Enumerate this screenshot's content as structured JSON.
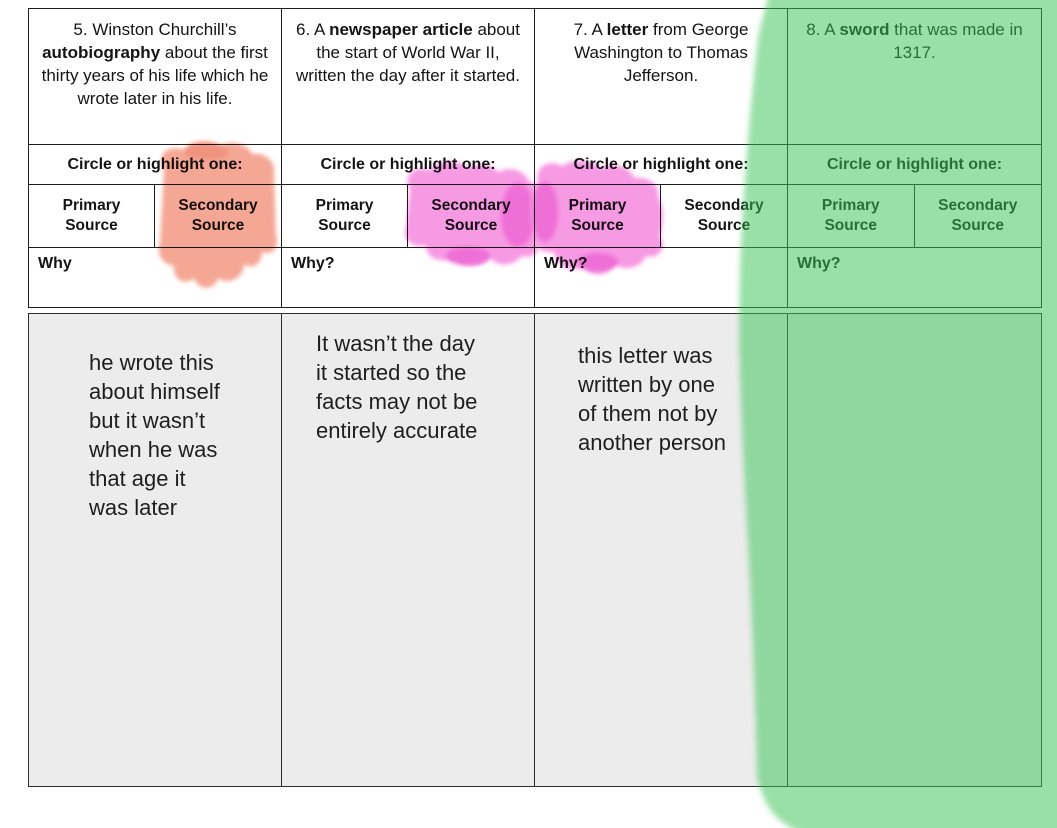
{
  "document": {
    "background": "#ffffff",
    "answer_area_bg": "#ececec",
    "border_color": "#1c1c1c"
  },
  "table": {
    "columns": [
      {
        "number": "5",
        "prompt": {
          "pre": "5. Winston Churchill’s ",
          "bold": "autobiography",
          "post": " about the first thirty years of his life which he wrote later in his life."
        },
        "circle_label": "Circle or highlight one:",
        "primary_label": "Primary Source",
        "secondary_label": "Secondary Source",
        "why_label": "Why",
        "answer": "he wrote this\nabout himself\nbut it wasn’t\nwhen he was\nthat age it\nwas later"
      },
      {
        "number": "6",
        "prompt": {
          "pre": "6. A ",
          "bold": "newspaper article",
          "post": " about the start of World War II, written the day after it started."
        },
        "circle_label": "Circle or highlight one:",
        "primary_label": "Primary Source",
        "secondary_label": "Secondary Source",
        "why_label": "Why?",
        "answer": "It wasn’t the day\nit started so the\nfacts may not be\nentirely accurate"
      },
      {
        "number": "7",
        "prompt": {
          "pre": "7. A ",
          "bold": "letter",
          "post": " from George Washington to Thomas Jefferson."
        },
        "circle_label": "Circle or highlight one:",
        "primary_label": "Primary Source",
        "secondary_label": "Secondary Source",
        "why_label": "Why?",
        "answer": "this letter was\nwritten by one\nof them not by\nanother person"
      },
      {
        "number": "8",
        "prompt": {
          "pre": "8. A ",
          "bold": "sword",
          "post": " that was made in 1317."
        },
        "circle_label": "Circle or highlight one:",
        "primary_label": "Primary Source",
        "secondary_label": "Secondary Source",
        "why_label": "Why?",
        "answer": ""
      }
    ]
  },
  "annotations": {
    "highlights": [
      {
        "id": "q5-secondary-highlight",
        "column": "5",
        "choice": "Secondary Source",
        "color": "#f5a795",
        "shade": "#ef937f"
      },
      {
        "id": "q6-secondary-highlight",
        "column": "6",
        "choice": "Secondary Source",
        "color": "#f79ae4",
        "shade": "#ee6fd6"
      },
      {
        "id": "q7-primary-highlight",
        "column": "7",
        "choice": "Primary Source",
        "color": "#f79ae4",
        "shade": "#ee6fd6"
      },
      {
        "id": "q8-column-highlight",
        "column": "8",
        "choice": "",
        "color": "rgba(58,196,86,0.52)",
        "shade": ""
      }
    ]
  }
}
